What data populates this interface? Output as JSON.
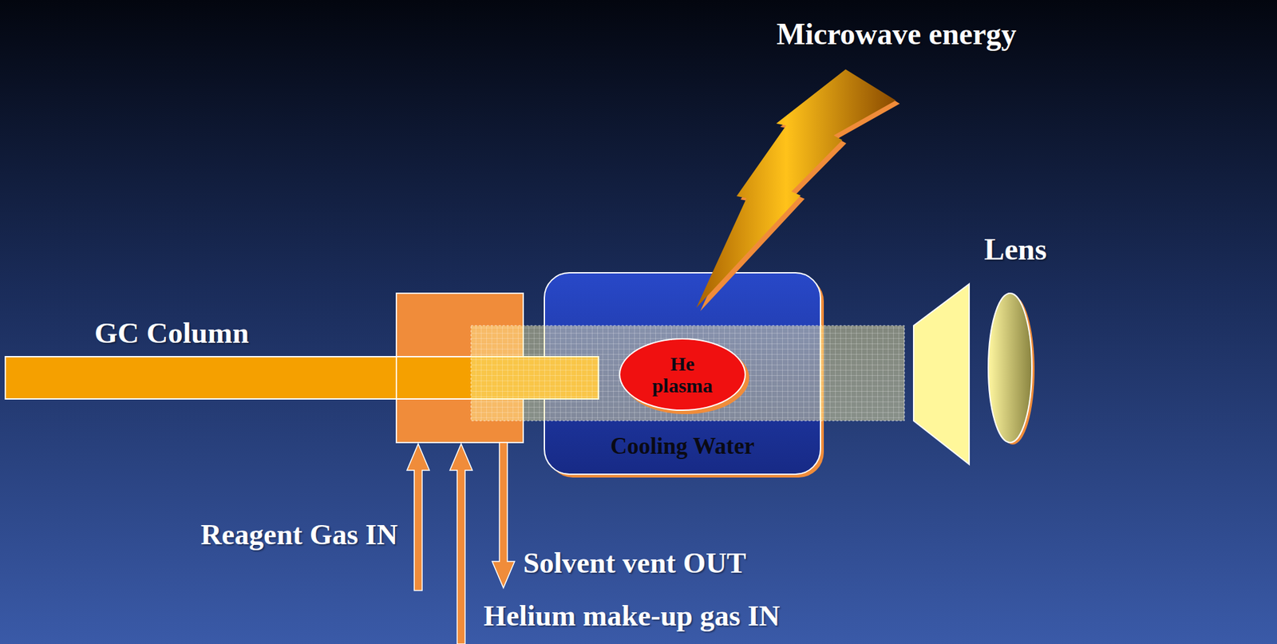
{
  "diagram": {
    "nodes": [
      {
        "text": [
          "Cooling Water"
        ]
      },
      {
        "text": [
          "He plasma"
        ],
        "in": 0
      }
    ],
    "edges": [],
    "labels": [
      "Microwave energy",
      "Lens",
      "GC Column",
      "Reagent Gas IN",
      "Solvent vent OUT",
      "Helium make-up gas IN"
    ]
  }
}
